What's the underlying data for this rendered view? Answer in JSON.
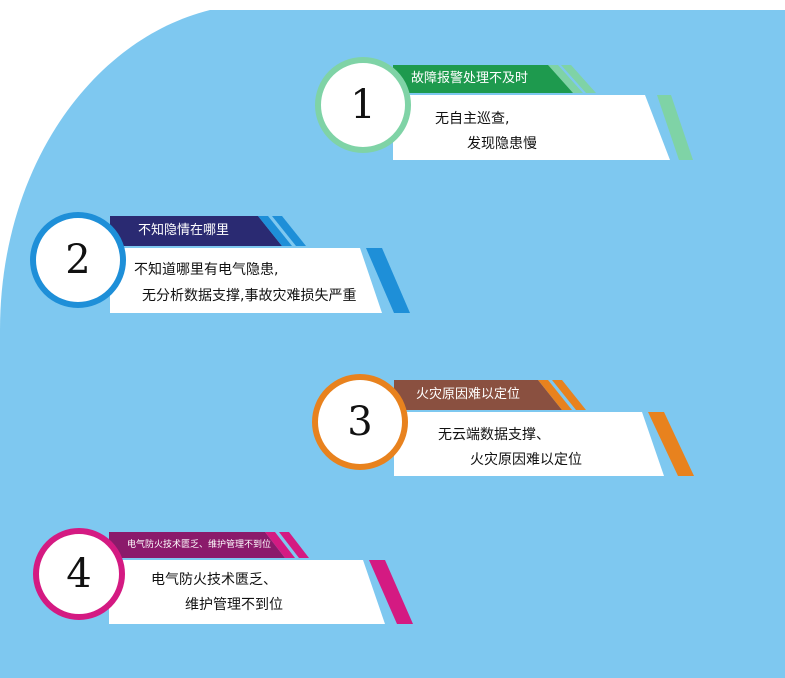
{
  "colors": {
    "background_blue": "#7ec8f0",
    "green": "#1e9a4e",
    "green_stripe": "#7fd3a6",
    "navy": "#2a2a72",
    "blue": "#1e8fd8",
    "brown": "#8a5040",
    "orange": "#e8821e",
    "magenta": "#8b1a6b",
    "pink": "#d41a82"
  },
  "items": [
    {
      "number": "1",
      "tag": "故障报警处理不及时",
      "line1": "无自主巡查,",
      "line2": "发现隐患慢"
    },
    {
      "number": "2",
      "tag": "不知隐情在哪里",
      "line1": "不知道哪里有电气隐患,",
      "line2": "无分析数据支撑,事故灾难损失严重"
    },
    {
      "number": "3",
      "tag": "火灾原因难以定位",
      "line1": "无云端数据支撑、",
      "line2": "火灾原因难以定位"
    },
    {
      "number": "4",
      "tag": "电气防火技术匮乏、维护管理不到位",
      "line1": "电气防火技术匮乏、",
      "line2": "维护管理不到位"
    }
  ]
}
